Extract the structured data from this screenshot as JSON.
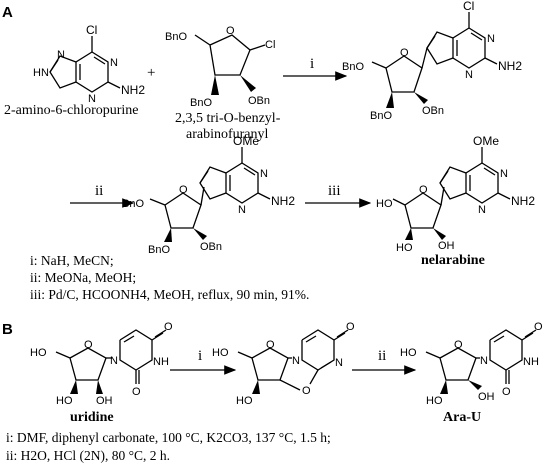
{
  "section_a": {
    "title": "A",
    "reagent_1_label": "2-amino-6-chloropurine",
    "plus": "+",
    "reagent_2_label_line1": "2,3,5 tri-O-benzyl-",
    "reagent_2_label_line2": "arabinofuranyl",
    "step_i": "i",
    "step_ii": "ii",
    "step_iii": "iii",
    "product_label": "nelarabine",
    "conditions": [
      "i: NaH, MeCN;",
      "ii: MeONa, MeOH;",
      "iii: Pd/C, HCOONH4, MeOH, reflux, 90 min, 91%."
    ]
  },
  "section_b": {
    "title": "B",
    "start_label": "uridine",
    "step_i": "i",
    "step_ii": "ii",
    "product_label": "Ara-U",
    "conditions": [
      "i: DMF, diphenyl carbonate, 100 °C, K2CO3, 137 °C, 1.5 h;",
      "ii: H2O, HCl (2N), 80 °C, 2 h."
    ]
  },
  "atoms": {
    "cl": "Cl",
    "n": "N",
    "nh2": "NH2",
    "ome": "OMe",
    "o": "O",
    "bno": "BnO",
    "obn": "OBn",
    "bn": "Bn",
    "ho": "HO",
    "oh": "OH",
    "nh": "NH"
  }
}
